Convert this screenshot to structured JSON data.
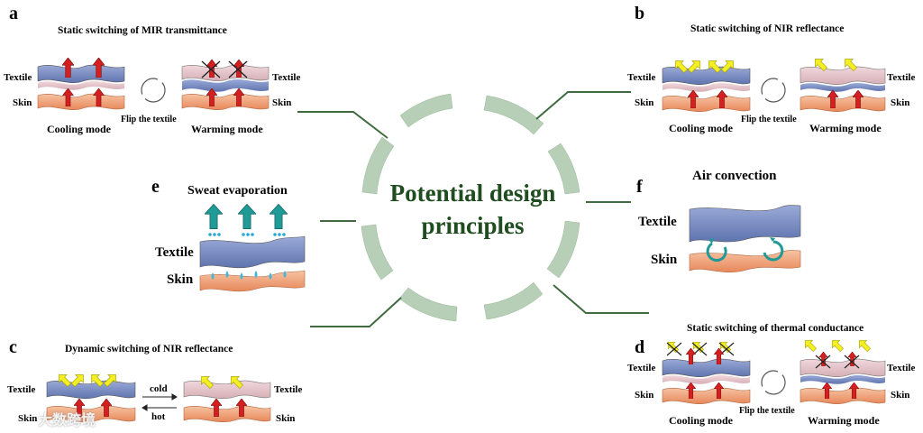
{
  "center": {
    "line1": "Potential design",
    "line2": "principles"
  },
  "panel_a": {
    "letter": "a",
    "title": "Static switching of MIR transmittance",
    "textile": "Textile",
    "textile_right": "Textile",
    "skin": "Skin",
    "skin_right": "Skin",
    "mode_left": "Cooling mode",
    "flip": "Flip the textile",
    "mode_right": "Warming mode"
  },
  "panel_b": {
    "letter": "b",
    "title": "Static switching of NIR reflectance",
    "textile": "Textile",
    "textile_right": "Textile",
    "skin": "Skin",
    "skin_right": "Skin",
    "mode_left": "Cooling mode",
    "flip": "Flip the textile",
    "mode_right": "Warming mode"
  },
  "panel_c": {
    "letter": "c",
    "title": "Dynamic switching of NIR reflectance",
    "textile": "Textile",
    "textile_right": "Textile",
    "skin": "Skin",
    "skin_right": "Skin",
    "cold": "cold",
    "hot": "hot"
  },
  "panel_d": {
    "letter": "d",
    "title": "Static switching of thermal conductance",
    "textile": "Textile",
    "textile_right": "Textile",
    "skin": "Skin",
    "skin_right": "Skin",
    "mode_left": "Cooling mode",
    "flip": "Flip the textile",
    "mode_right": "Warming mode"
  },
  "panel_e": {
    "letter": "e",
    "title": "Sweat evaporation",
    "textile": "Textile",
    "skin": "Skin"
  },
  "panel_f": {
    "letter": "f",
    "title": "Air convection",
    "textile": "Textile",
    "skin": "Skin"
  },
  "watermark": "大数跨境",
  "colors": {
    "textile_blue": "#7f93c7",
    "textile_pink": "#e8c9cf",
    "skin": "#f2a47a",
    "arc_green": "#b6cfb6",
    "connector": "#3f6b3f",
    "heat_arrow": "#d42020",
    "nir_arrow": "#f4ef22",
    "sweat_arrow": "#1f9a97",
    "center_text": "#1f4d1f"
  }
}
